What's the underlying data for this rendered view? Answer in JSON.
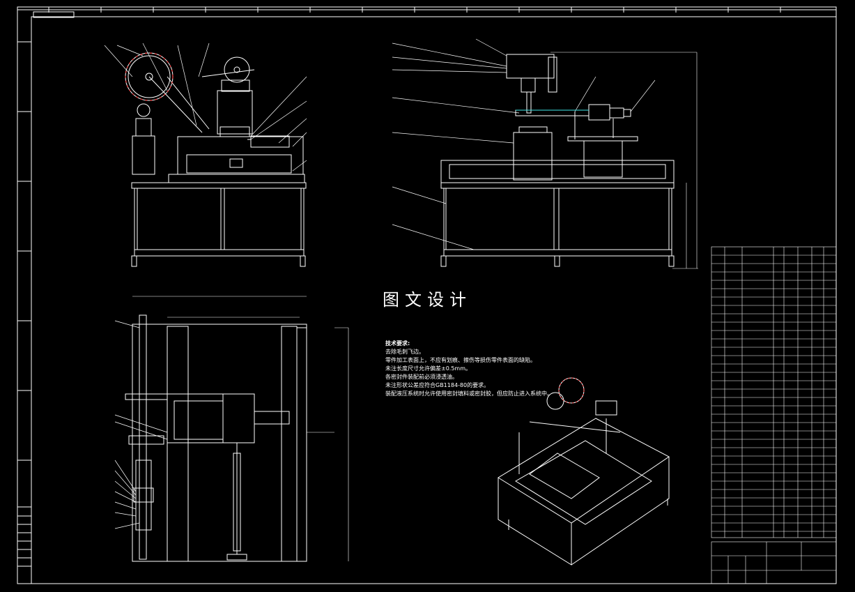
{
  "watermark": "图文设计",
  "tech_notes": {
    "title": "技术要求:",
    "lines": [
      "去除毛刺飞边。",
      "零件加工表面上，不应有划痕、擦伤等损伤零件表面的缺陷。",
      "未注长度尺寸允许偏差±0.5mm。",
      "各密封件装配前必须浸透油。",
      "未注形状公差应符合GB1184-80的要求。",
      "装配液压系统时允许使用密封填料或密封胶，但应防止进入系统中。"
    ]
  },
  "colors": {
    "background": "#000000",
    "line": "#ffffff",
    "accent": "#ff4040",
    "dim": "#00e0e0"
  }
}
